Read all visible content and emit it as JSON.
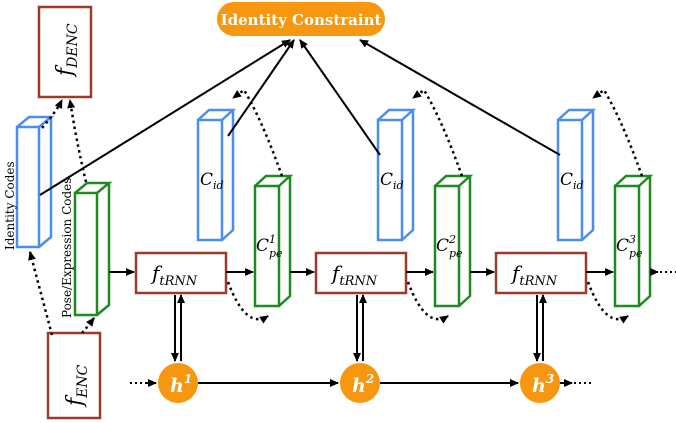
{
  "colors": {
    "orange": "#f7960f",
    "red_box": "#9e3a2c",
    "blue": "#4a8ef0",
    "green": "#1f8a1f",
    "arrow": "#000000",
    "label_text": "#ffffff"
  },
  "identity_constraint": "Identity Constraint",
  "decoder": {
    "base": "f",
    "sub": "DENC"
  },
  "encoder": {
    "base": "f",
    "sub": "ENC"
  },
  "identity_codes_label": "Identity Codes",
  "pose_codes_label": "Pose/Expression Codes",
  "rnn": {
    "base": "f",
    "sub": "tRNN"
  },
  "cid": {
    "base": "C",
    "sub": "id"
  },
  "steps": [
    {
      "cpe_base": "C",
      "cpe_sub": "pe",
      "cpe_sup": "1",
      "h_base": "h",
      "h_sup": "1"
    },
    {
      "cpe_base": "C",
      "cpe_sub": "pe",
      "cpe_sup": "2",
      "h_base": "h",
      "h_sup": "2"
    },
    {
      "cpe_base": "C",
      "cpe_sub": "pe",
      "cpe_sup": "3",
      "h_base": "h",
      "h_sup": "3"
    }
  ]
}
